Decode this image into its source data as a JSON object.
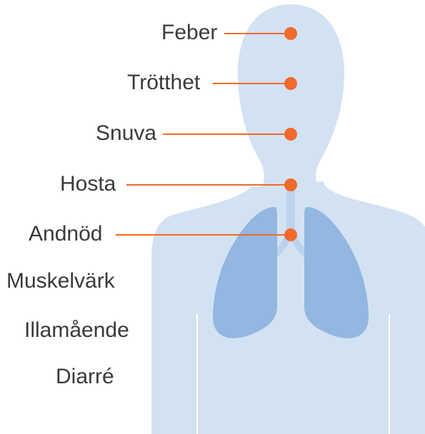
{
  "symptoms": [
    {
      "label": "Feber",
      "marked": true
    },
    {
      "label": "Trötthet",
      "marked": true
    },
    {
      "label": "Snuva",
      "marked": true
    },
    {
      "label": "Hosta",
      "marked": true
    },
    {
      "label": "Andnöd",
      "marked": true
    },
    {
      "label": "Muskelvärk",
      "marked": false
    },
    {
      "label": "Illamående",
      "marked": false
    },
    {
      "label": "Diarré",
      "marked": false
    }
  ],
  "colors": {
    "body": "#d3e2f3",
    "lungs": "#92b7e0",
    "marker": "#ef6a2c",
    "text": "#3a3a3a"
  }
}
